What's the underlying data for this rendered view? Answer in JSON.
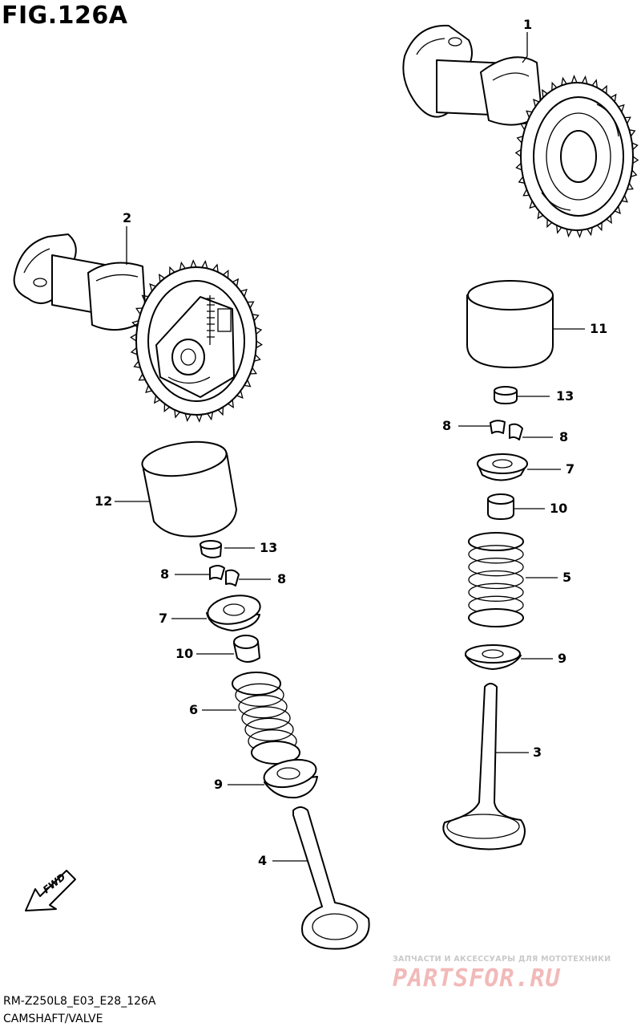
{
  "figure": {
    "title": "FIG.126A",
    "code": "RM-Z250L8_E03_E28_126A",
    "caption": "CAMSHAFT/VALVE",
    "direction_marker": "FWD"
  },
  "callouts": [
    {
      "id": "c1",
      "label": "1"
    },
    {
      "id": "c2",
      "label": "2"
    },
    {
      "id": "c11",
      "label": "11"
    },
    {
      "id": "c13r",
      "label": "13"
    },
    {
      "id": "c8rl",
      "label": "8"
    },
    {
      "id": "c8rr",
      "label": "8"
    },
    {
      "id": "c7r",
      "label": "7"
    },
    {
      "id": "c10r",
      "label": "10"
    },
    {
      "id": "c5",
      "label": "5"
    },
    {
      "id": "c9r",
      "label": "9"
    },
    {
      "id": "c3",
      "label": "3"
    },
    {
      "id": "c12",
      "label": "12"
    },
    {
      "id": "c13l",
      "label": "13"
    },
    {
      "id": "c8ll",
      "label": "8"
    },
    {
      "id": "c8lr",
      "label": "8"
    },
    {
      "id": "c7l",
      "label": "7"
    },
    {
      "id": "c10l",
      "label": "10"
    },
    {
      "id": "c6",
      "label": "6"
    },
    {
      "id": "c9l",
      "label": "9"
    },
    {
      "id": "c4",
      "label": "4"
    }
  ],
  "watermark": {
    "tagline": "ЗАПЧАСТИ И АКСЕССУАРЫ ДЛЯ МОТОТЕХНИКИ",
    "logo": "PARTSFOR.RU"
  }
}
